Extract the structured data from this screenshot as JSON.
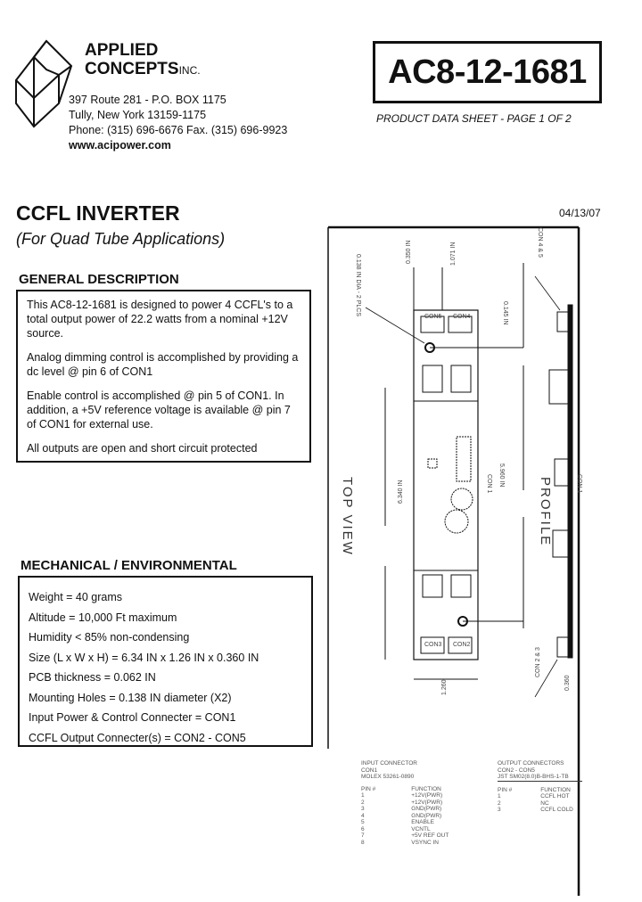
{
  "company": {
    "name_line1": "APPLIED",
    "name_line2": "CONCEPTS",
    "suffix": "INC.",
    "address1": "397 Route 281 - P.O. BOX 1175",
    "address2": "Tully, New York  13159-1175",
    "phone": "Phone: (315) 696-6676   Fax. (315) 696-9923",
    "web": "www.acipower.com"
  },
  "part_number": "AC8-12-1681",
  "sheet_label": "PRODUCT DATA SHEET - PAGE 1 OF 2",
  "date": "04/13/07",
  "title": "CCFL INVERTER",
  "subtitle": "(For Quad Tube Applications)",
  "general": {
    "heading": "GENERAL DESCRIPTION",
    "paragraphs": [
      "This AC8-12-1681 is designed to power 4 CCFL's to a total output power of 22.2 watts from a nominal +12V source.",
      "Analog dimming control is accomplished by providing a dc level @ pin 6 of CON1",
      "Enable control is accomplished @ pin 5 of CON1. In addition, a +5V reference voltage is available @ pin 7 of CON1 for external use.",
      "All outputs are open and short circuit protected"
    ]
  },
  "mechanical": {
    "heading": "MECHANICAL / ENVIRONMENTAL",
    "items": [
      "Weight = 40 grams",
      "Altitude = 10,000 Ft maximum",
      "Humidity < 85% non-condensing",
      "Size (L x W x H) = 6.34 IN x 1.26 IN x 0.360 IN",
      "PCB thickness = 0.062 IN",
      "Mounting Holes = 0.138 IN diameter (X2)",
      "Input Power & Control Connecter = CON1",
      "CCFL Output Connecter(s) = CON2 - CON5"
    ]
  },
  "drawing": {
    "top_view": "TOP VIEW",
    "profile": "PROFILE",
    "hole_label": "0.138 IN DIA - 2 PLCS",
    "dim_a": "0.350 IN",
    "dim_b": "1.071 IN",
    "dim_c": "0.145 IN",
    "dim_length": "6.340 IN",
    "dim_holes": "5.960 IN",
    "dim_width": "1.260",
    "dim_height": "0.360",
    "con45": "CON 4 & 5",
    "con23": "CON 2 & 3",
    "con1": "CON 1",
    "con5": "CON5",
    "con4": "CON4",
    "con3": "CON3",
    "con2": "CON2"
  },
  "input_connector": {
    "title": [
      "INPUT CONNECTOR",
      "CON1",
      "MOLEX 53261-0890"
    ],
    "headers": [
      "PIN #",
      "FUNCTION"
    ],
    "rows": [
      [
        "1",
        "+12V(PWR)"
      ],
      [
        "2",
        "+12V(PWR)"
      ],
      [
        "3",
        "GND(PWR)"
      ],
      [
        "4",
        "GND(PWR)"
      ],
      [
        "5",
        "ENABLE"
      ],
      [
        "6",
        "VCNTL"
      ],
      [
        "7",
        "+5V REF OUT"
      ],
      [
        "8",
        "VSYNC IN"
      ]
    ]
  },
  "output_connector": {
    "title": [
      "OUTPUT CONNECTORS",
      "CON2 - CON5",
      "JST SM02(8.0)B-BHS-1-TB"
    ],
    "headers": [
      "PIN #",
      "FUNCTION"
    ],
    "rows": [
      [
        "1",
        "CCFL HOT"
      ],
      [
        "2",
        "NC"
      ],
      [
        "3",
        "CCFL COLD"
      ]
    ]
  }
}
